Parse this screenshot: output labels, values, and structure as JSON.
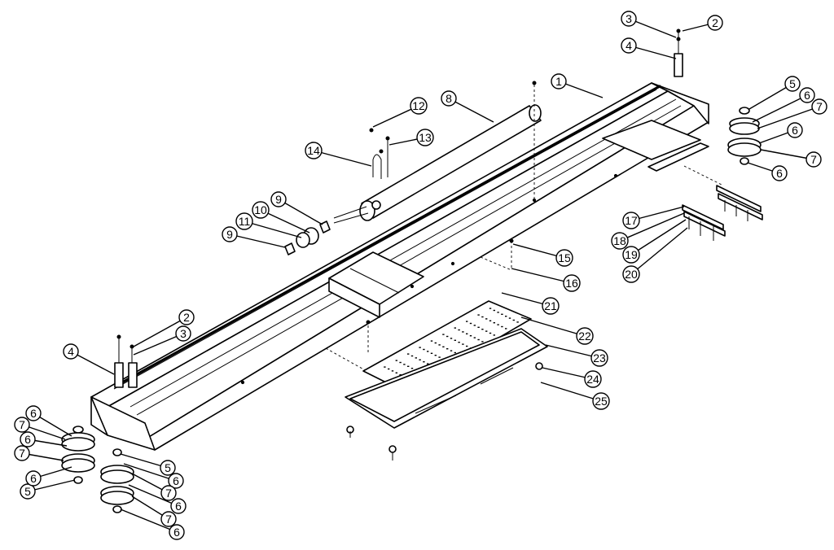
{
  "callouts": [
    {
      "id": "c1",
      "label": "1"
    },
    {
      "id": "c2a",
      "label": "2"
    },
    {
      "id": "c2b",
      "label": "2"
    },
    {
      "id": "c3a",
      "label": "3"
    },
    {
      "id": "c3b",
      "label": "3"
    },
    {
      "id": "c4a",
      "label": "4"
    },
    {
      "id": "c4b",
      "label": "4"
    },
    {
      "id": "c5a",
      "label": "5"
    },
    {
      "id": "c5b",
      "label": "5"
    },
    {
      "id": "c5c",
      "label": "5"
    },
    {
      "id": "c6a",
      "label": "6"
    },
    {
      "id": "c6b",
      "label": "6"
    },
    {
      "id": "c6c",
      "label": "6"
    },
    {
      "id": "c6d",
      "label": "6"
    },
    {
      "id": "c6e",
      "label": "6"
    },
    {
      "id": "c6f",
      "label": "6"
    },
    {
      "id": "c6g",
      "label": "6"
    },
    {
      "id": "c6h",
      "label": "6"
    },
    {
      "id": "c6i",
      "label": "6"
    },
    {
      "id": "c7a",
      "label": "7"
    },
    {
      "id": "c7b",
      "label": "7"
    },
    {
      "id": "c7c",
      "label": "7"
    },
    {
      "id": "c7d",
      "label": "7"
    },
    {
      "id": "c7e",
      "label": "7"
    },
    {
      "id": "c7f",
      "label": "7"
    },
    {
      "id": "c8",
      "label": "8"
    },
    {
      "id": "c9a",
      "label": "9"
    },
    {
      "id": "c9b",
      "label": "9"
    },
    {
      "id": "c10",
      "label": "10"
    },
    {
      "id": "c11",
      "label": "11"
    },
    {
      "id": "c12",
      "label": "12"
    },
    {
      "id": "c13",
      "label": "13"
    },
    {
      "id": "c14",
      "label": "14"
    },
    {
      "id": "c15",
      "label": "15"
    },
    {
      "id": "c16",
      "label": "16"
    },
    {
      "id": "c17",
      "label": "17"
    },
    {
      "id": "c18",
      "label": "18"
    },
    {
      "id": "c19",
      "label": "19"
    },
    {
      "id": "c20",
      "label": "20"
    },
    {
      "id": "c21",
      "label": "21"
    },
    {
      "id": "c22",
      "label": "22"
    },
    {
      "id": "c23",
      "label": "23"
    },
    {
      "id": "c24",
      "label": "24"
    },
    {
      "id": "c25",
      "label": "25"
    }
  ],
  "colors": {
    "line": "#000000",
    "background": "#ffffff"
  }
}
